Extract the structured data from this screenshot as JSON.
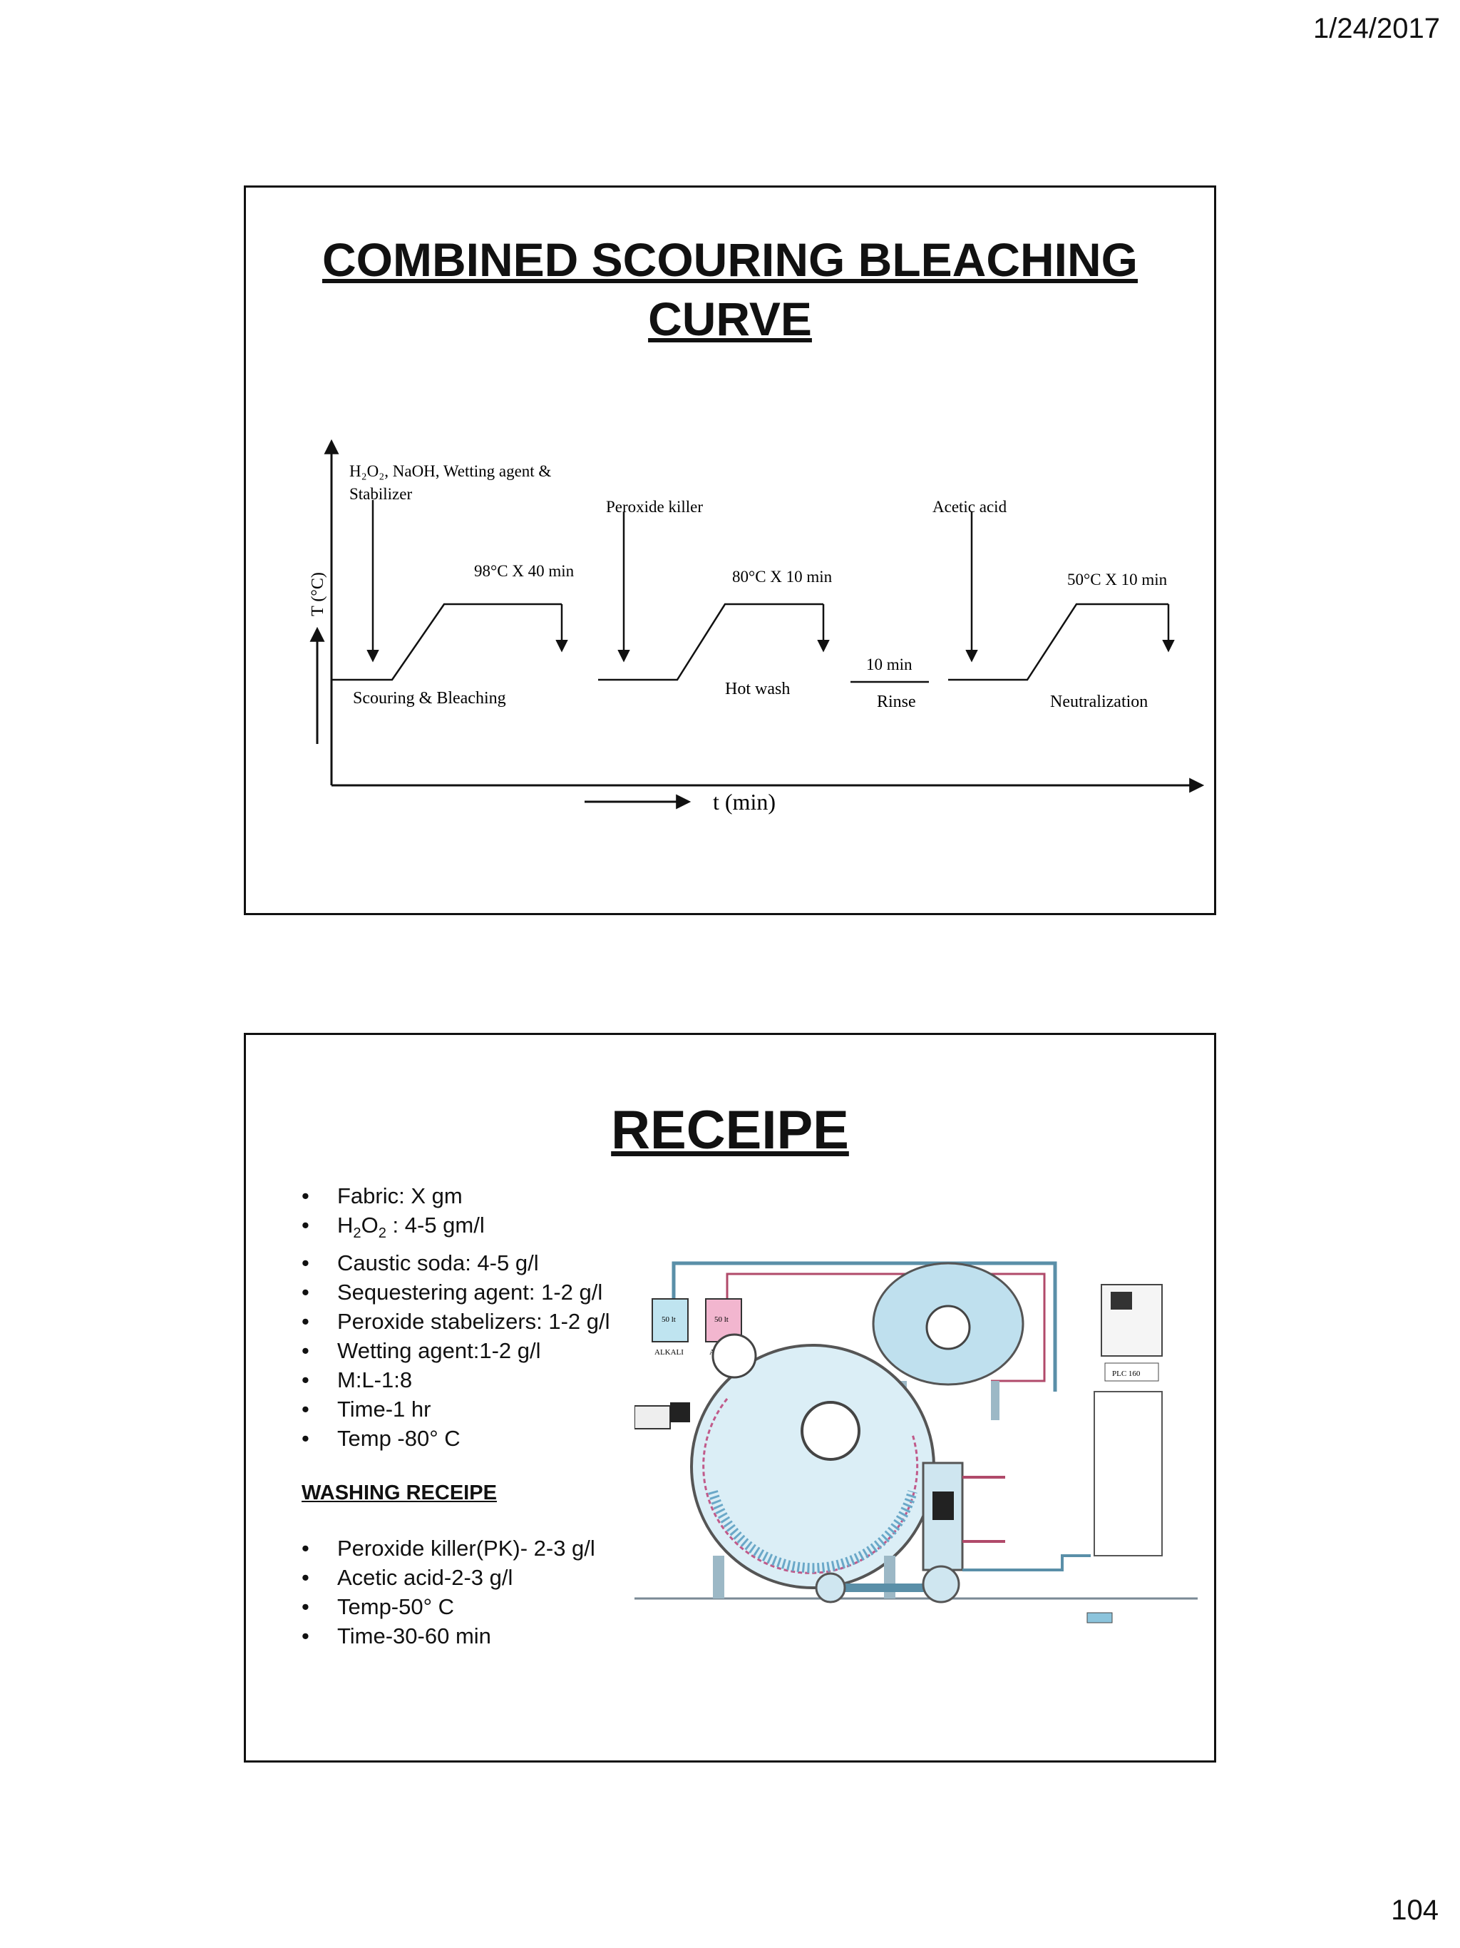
{
  "header": {
    "date": "1/24/2017"
  },
  "footer": {
    "page_number": "104"
  },
  "slide1": {
    "title_line1": "COMBINED SCOURING  BLEACHING",
    "title_line2": "CURVE",
    "chart_data": {
      "type": "line",
      "xlabel": "t (min)",
      "ylabel": "T (°C)",
      "stages": [
        {
          "name": "Scouring & Bleaching",
          "condition": "98°C X 40 min",
          "addition": "H₂O₂, NaOH, Wetting agent &",
          "addition2": "Stabilizer"
        },
        {
          "name": "Hot wash",
          "condition": "80°C X 10 min",
          "addition": "Peroxide killer"
        },
        {
          "name": "Rinse",
          "condition": "10 min"
        },
        {
          "name": "Neutralization",
          "condition": "50°C X 10 min",
          "addition": "Acetic acid"
        }
      ]
    }
  },
  "slide2": {
    "title": "RECEIPE",
    "items": [
      {
        "label": "Fabric: X gm"
      },
      {
        "pre": "H",
        "sub1": "2",
        "mid": "O",
        "sub2": "2",
        "post": " : 4-5 gm/l"
      },
      {
        "label": "Caustic soda: 4-5 g/l"
      },
      {
        "label": "Sequestering agent: 1-2 g/l"
      },
      {
        "label": "Peroxide stabelizers: 1-2 g/l"
      },
      {
        "label": "Wetting agent:1-2 g/l"
      },
      {
        "label": "M:L-1:8"
      },
      {
        "label": "Time-1 hr"
      },
      {
        "label": "Temp -80° C"
      }
    ],
    "washing_heading": "WASHING RECEIPE",
    "washing_items": [
      "Peroxide killer(PK)- 2-3 g/l",
      "Acetic acid-2-3 g/l",
      "Temp-50° C",
      "Time-30-60 min"
    ],
    "bullet": "•",
    "diagram": {
      "tank1_label": "ALKALI",
      "tank2_label": "ASIT",
      "tank1_level": "50 lt",
      "tank2_level": "50 lt",
      "plc_label": "PLC 160"
    }
  }
}
